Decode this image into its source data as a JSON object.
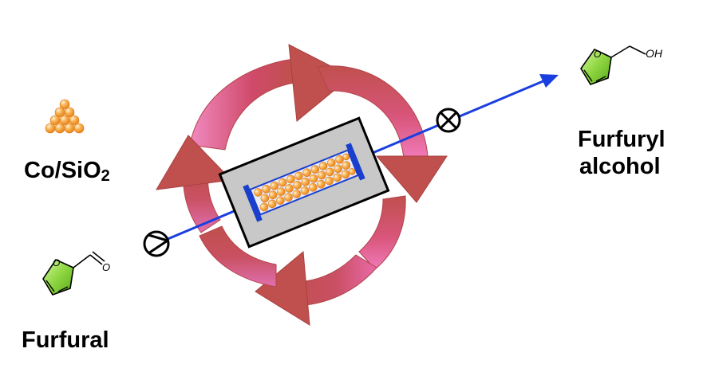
{
  "catalyst": {
    "name": "Co/SiO",
    "subscript": "2"
  },
  "reactant": {
    "label": "Furfural"
  },
  "product": {
    "line1": "Furfuryl",
    "line2": "alcohol"
  },
  "product_group_text": "OH",
  "reactant_group_text": "O",
  "ring_heteroatom": "O",
  "colors": {
    "arrow_red": "#c0504d",
    "arrow_pink": "#e86aa8",
    "flow_blue": "#1a3fe0",
    "reactor_gray": "#c8c8c8",
    "tube_blue": "#1a3fcc",
    "particle_orange": "#f7a23c",
    "ring_green": "#8ed640"
  },
  "icons": {
    "pump": "pump-symbol-icon",
    "valve": "back-pressure-valve-icon",
    "particles": "catalyst-particles-icon"
  }
}
